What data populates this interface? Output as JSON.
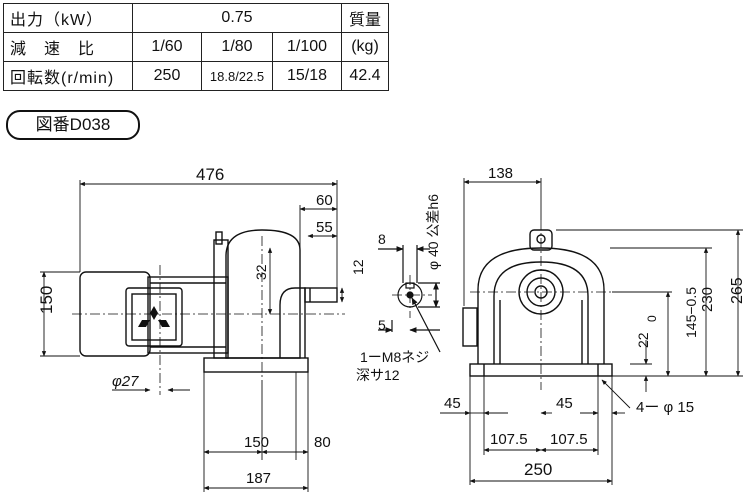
{
  "spec_table": {
    "output_label": "出力（kW）",
    "output_value": "0.75",
    "mass_label_1": "質量",
    "mass_label_2": "(kg)",
    "ratio_label": "減　速　比",
    "ratios": [
      "1/60",
      "1/80",
      "1/100"
    ],
    "speed_label": "回転数(r/min)",
    "speeds": [
      "250",
      "18.8/22.5",
      "15/18"
    ],
    "mass_value": "42.4"
  },
  "drawing_number": "図番D038",
  "dimensions": {
    "overall_length": "476",
    "shaft_60": "60",
    "shaft_55": "55",
    "height_150": "150",
    "dim_32": "32",
    "dim_12": "12",
    "dia_27": "φ27",
    "base_150": "150",
    "base_80": "80",
    "base_187": "187",
    "key_8": "8",
    "key_5": "5",
    "shaft_dia": "φ 40  公差h6",
    "tap_note_1": "1ーM8ネジ",
    "tap_note_2": "深サ12",
    "width_138": "138",
    "h_265": "265",
    "h_230": "230",
    "tol_top": "0",
    "tol_main": "145−0.5",
    "h_22": "22",
    "dim_45_left": "45",
    "dim_45_right": "45",
    "hole_note": "4ー φ 15",
    "half_left": "107.5",
    "half_right": "107.5",
    "width_250": "250"
  }
}
